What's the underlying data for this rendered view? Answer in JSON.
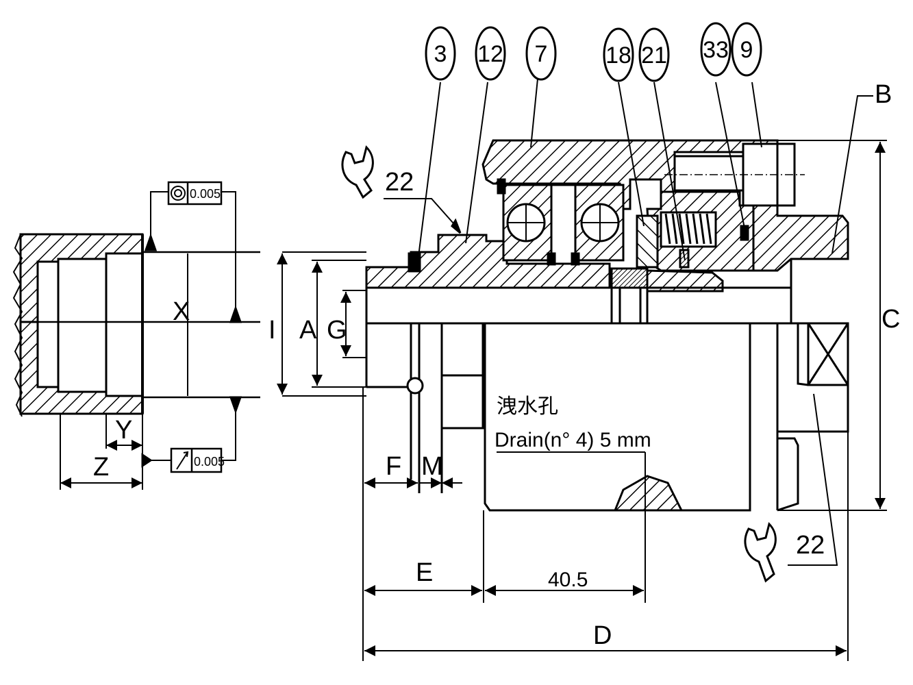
{
  "balloons": {
    "b3": "3",
    "b12": "12",
    "b7": "7",
    "b18": "18",
    "b21": "21",
    "b33": "33",
    "b9": "9"
  },
  "labels": {
    "wrench_top": "22",
    "wrench_bottom": "22",
    "B": "B",
    "C": "C",
    "I": "I",
    "A": "A",
    "G": "G",
    "X": "X",
    "Y": "Y",
    "Z": "Z",
    "F": "F",
    "M": "M",
    "E": "E",
    "D": "D",
    "dim_40_5": "40.5"
  },
  "drain": {
    "chinese": "洩水孔",
    "english": "Drain(n° 4)  5 mm"
  },
  "tolerances": {
    "concentricity_value": "0.005",
    "runout_value": "0.005"
  },
  "colors": {
    "ink": "#000000",
    "paper": "#ffffff"
  }
}
